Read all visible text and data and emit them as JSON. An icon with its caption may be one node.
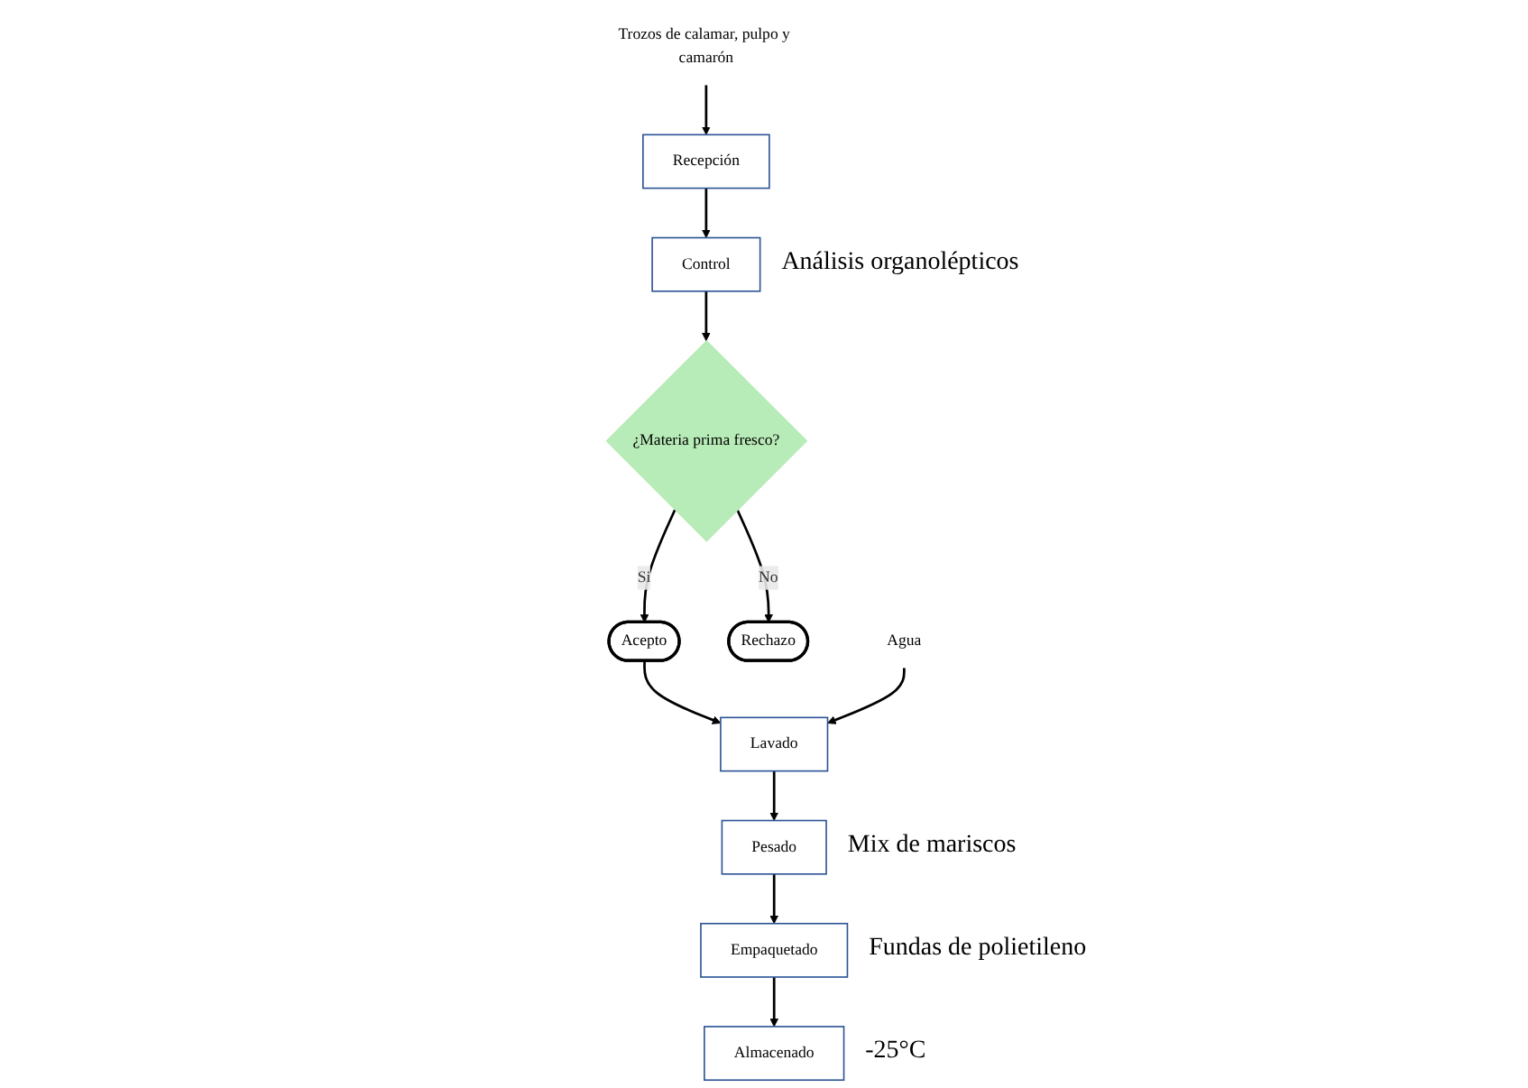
{
  "diagram": {
    "nodes": [
      {
        "text": [
          "Trozos de calamar, pulpo y camarón"
        ]
      },
      {
        "text": [
          "Recepción"
        ]
      },
      {
        "text": [
          "Control"
        ],
        "beside": [
          "Análisis organolépticos"
        ]
      },
      {
        "text": [
          "¿Materia prima fresco?"
        ]
      },
      {
        "text": [
          "Acepto"
        ]
      },
      {
        "text": [
          "Rechazo"
        ]
      },
      {
        "text": [
          "Agua"
        ]
      },
      {
        "text": [
          "Lavado"
        ]
      },
      {
        "text": [
          "Pesado"
        ],
        "beside": [
          "Mix de mariscos"
        ]
      },
      {
        "text": [
          "Empaquetado"
        ],
        "beside": [
          "Fundas de polietileno"
        ]
      },
      {
        "text": [
          "Almacenado"
        ],
        "beside": [
          "-25°C"
        ]
      }
    ],
    "edges": [
      {
        "from": 0,
        "to": 1,
        "arrow": "to"
      },
      {
        "from": 1,
        "to": 2,
        "arrow": "to"
      },
      {
        "from": 2,
        "to": 3,
        "arrow": "to"
      },
      {
        "from": 3,
        "to": 4,
        "arrow": "to",
        "label": "Si"
      },
      {
        "from": 3,
        "to": 5,
        "arrow": "to",
        "label": "No"
      },
      {
        "from": 4,
        "to": 7,
        "arrow": "to"
      },
      {
        "from": 6,
        "to": 7,
        "arrow": "to"
      },
      {
        "from": 7,
        "to": 8,
        "arrow": "to"
      },
      {
        "from": 8,
        "to": 9,
        "arrow": "to"
      },
      {
        "from": 9,
        "to": 10,
        "arrow": "to"
      }
    ]
  }
}
